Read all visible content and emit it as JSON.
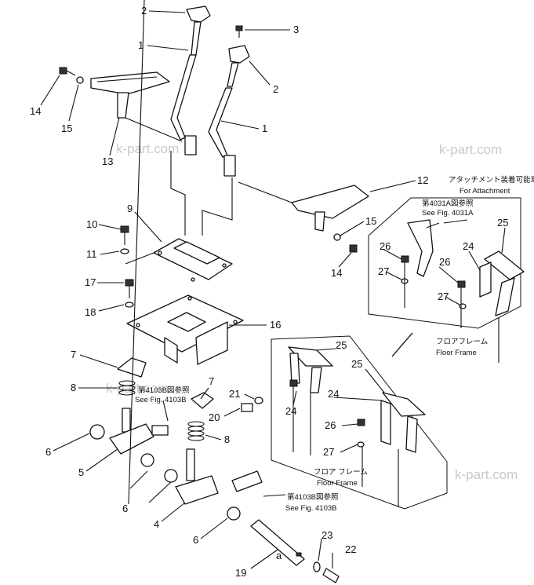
{
  "callouts": [
    {
      "id": "c2a",
      "text": "2"
    },
    {
      "id": "c1a",
      "text": "1"
    },
    {
      "id": "c3",
      "text": "3"
    },
    {
      "id": "c2b",
      "text": "2"
    },
    {
      "id": "c1b",
      "text": "1"
    },
    {
      "id": "c14a",
      "text": "14"
    },
    {
      "id": "c15a",
      "text": "15"
    },
    {
      "id": "c13",
      "text": "13"
    },
    {
      "id": "c12",
      "text": "12"
    },
    {
      "id": "c15b",
      "text": "15"
    },
    {
      "id": "c14b",
      "text": "14"
    },
    {
      "id": "c9",
      "text": "9"
    },
    {
      "id": "c10",
      "text": "10"
    },
    {
      "id": "c11",
      "text": "11"
    },
    {
      "id": "c17",
      "text": "17"
    },
    {
      "id": "c18",
      "text": "18"
    },
    {
      "id": "c16",
      "text": "16"
    },
    {
      "id": "c7a",
      "text": "7"
    },
    {
      "id": "c8a",
      "text": "8"
    },
    {
      "id": "c7b",
      "text": "7"
    },
    {
      "id": "c21",
      "text": "21"
    },
    {
      "id": "c20",
      "text": "20"
    },
    {
      "id": "c8b",
      "text": "8"
    },
    {
      "id": "c6a",
      "text": "6"
    },
    {
      "id": "c5",
      "text": "5"
    },
    {
      "id": "c6b",
      "text": "6"
    },
    {
      "id": "c4",
      "text": "4"
    },
    {
      "id": "c6c",
      "text": "6"
    },
    {
      "id": "c19",
      "text": "19"
    },
    {
      "id": "ca",
      "text": "a"
    },
    {
      "id": "c23",
      "text": "23"
    },
    {
      "id": "c22",
      "text": "22"
    },
    {
      "id": "c25a",
      "text": "25"
    },
    {
      "id": "c24a",
      "text": "24"
    },
    {
      "id": "c26a",
      "text": "26"
    },
    {
      "id": "c27a",
      "text": "27"
    },
    {
      "id": "c26b",
      "text": "26"
    },
    {
      "id": "c27b",
      "text": "27"
    },
    {
      "id": "c25b",
      "text": "25"
    },
    {
      "id": "c24b",
      "text": "24"
    },
    {
      "id": "c26c",
      "text": "26"
    },
    {
      "id": "c27c",
      "text": "27"
    },
    {
      "id": "c25c",
      "text": "25"
    },
    {
      "id": "c24c",
      "text": "24"
    }
  ],
  "notes": {
    "attachment_jp": "アタッチメント装着可能車",
    "attachment_en": "For Attachment",
    "see4031_jp": "第4031A図参照",
    "see4031_en": "See Fig. 4031A",
    "floor_jp_1": "フロアフレーム",
    "floor_en_1": "Floor Frame",
    "see4103_jp_1": "第4103B図参照",
    "see4103_en_1": "See Fig. 4103B",
    "floor_jp_2": "フロア フレーム",
    "floor_en_2": "Floor Frame",
    "see4103_jp_2": "第4103B図参照",
    "see4103_en_2": "See Fig. 4103B"
  },
  "watermark": "k-part.com"
}
